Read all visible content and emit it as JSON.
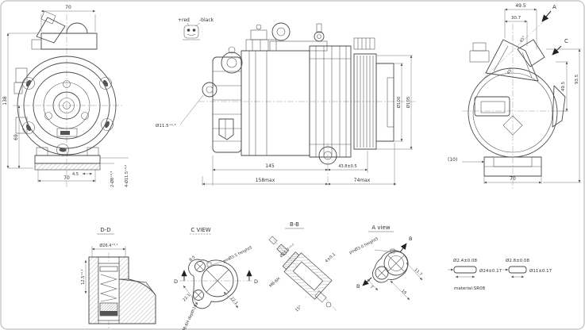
{
  "front_view": {
    "dim_top": "70",
    "dim_height": "138",
    "dim_height_lower": "69",
    "dim_base_offset": "4.5",
    "dim_bottom": "70",
    "label_holes_small": "2-Ø8⁺⁰·³",
    "label_holes_large": "4-Ø11.5⁺⁰·²"
  },
  "side_view": {
    "connector_positive": "+red",
    "connector_negative": "-black",
    "label_boss_dia": "Ø11.5⁺⁰·³",
    "dim_pulley_inner": "Ø100",
    "dim_pulley_outer": "Ø105",
    "dim_body_length": "145",
    "dim_clutch": "43.8±0.5",
    "dim_total_length": "158max",
    "dim_clutch_total": "74max"
  },
  "rear_view": {
    "dim_top": "49.5",
    "dim_top_inner": "30.7",
    "dim_side": "93.5",
    "dim_side_inner": "49.5",
    "dim_base_ref": "(10)",
    "dim_base_width": "70",
    "view_label_a": "A",
    "view_label_c": "C",
    "angle_1": "45°",
    "angle_2": "45°"
  },
  "section_dd": {
    "title": "D-D",
    "dim_bore": "Ø26.4⁺⁰·¹",
    "dim_depth": "12.5⁺⁰·¹"
  },
  "view_c": {
    "title": "C VIEW",
    "pin_note": "pinØ3.5 height5",
    "dim_offset": "8.5",
    "cut_label": "D",
    "dim_left": "22.1",
    "dim_right": "22.1",
    "thread_note": "M8-6H depth16"
  },
  "section_bb": {
    "title": "B-B",
    "dim_bore": "Ø15.7⁺⁰·¹",
    "dim_depth": "4±0.1",
    "thread_note": "M8-6H",
    "angle": "15°"
  },
  "view_a": {
    "title": "A view",
    "pin_note": "pinØ3.0 height5",
    "cut_label": "B",
    "dim_1": "11.7",
    "dim_2": "19",
    "dim_3": "7"
  },
  "notes": {
    "rivet1_dia": "Ø2.4±0.08",
    "rivet1_len": "Ø24±0.17",
    "rivet2_dia": "Ø2.8±0.08",
    "rivet2_len": "Ø11±0.17",
    "material": "material:SR08"
  }
}
